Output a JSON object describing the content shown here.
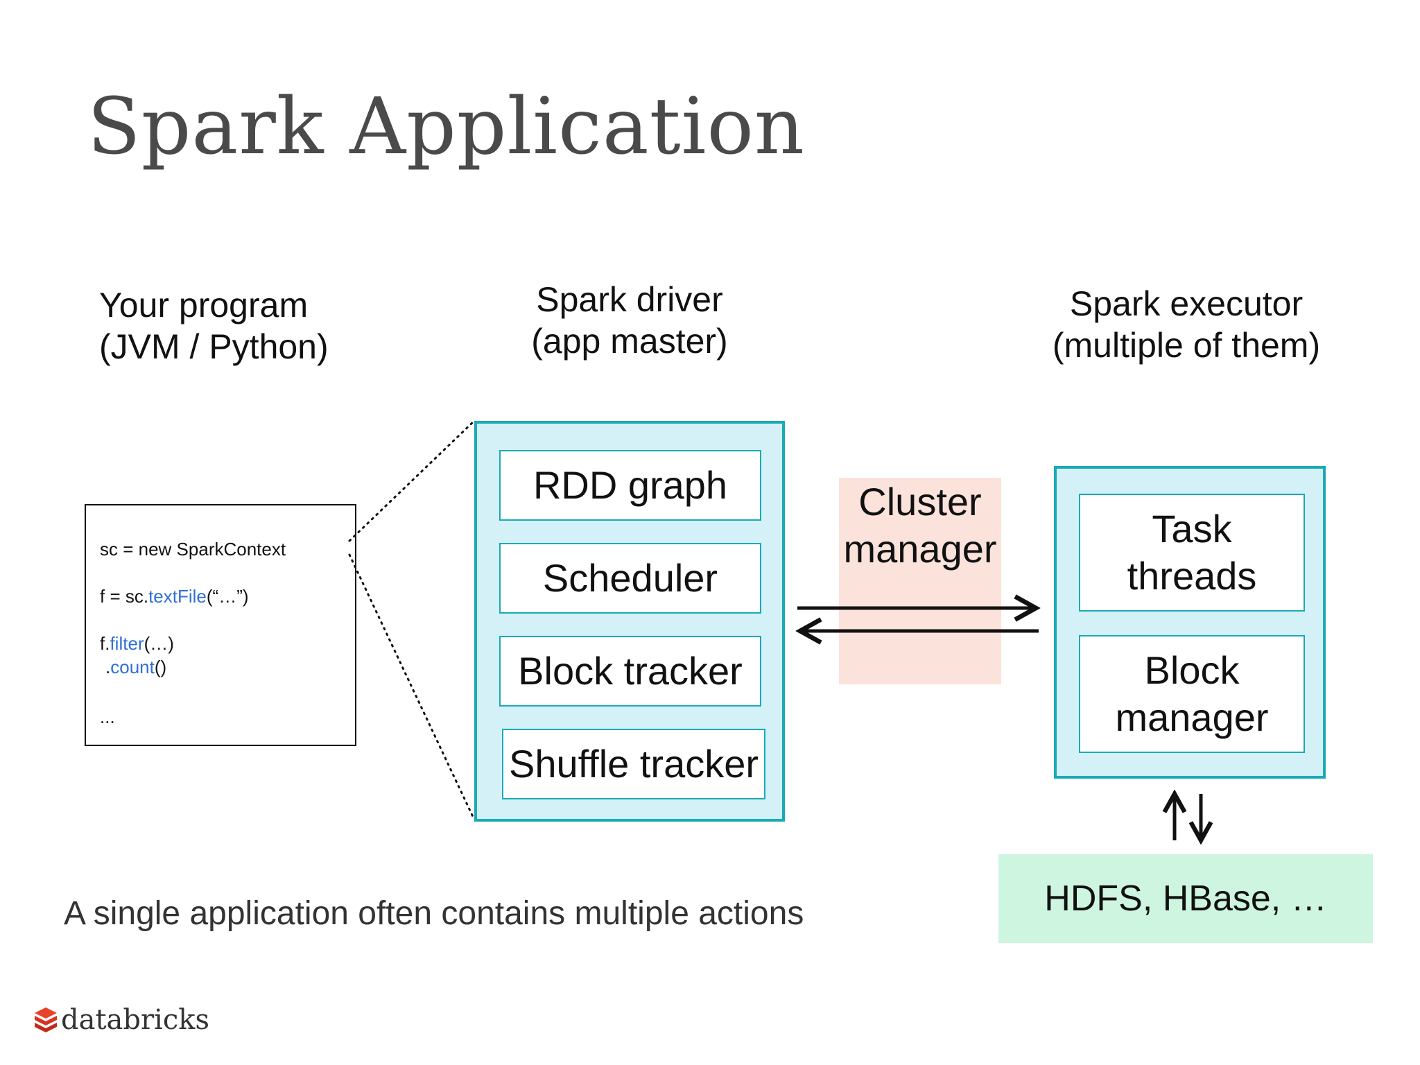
{
  "title": "Spark Application",
  "headers": {
    "program_line1": "Your program",
    "program_line2": "(JVM / Python)",
    "driver_line1": "Spark driver",
    "driver_line2": "(app master)",
    "executor_line1": "Spark executor",
    "executor_line2": "(multiple of them)"
  },
  "program_code": {
    "line1": "sc = new SparkContext",
    "line2_prefix": "f = sc.",
    "line2_method": "textFile",
    "line2_suffix": "(“…”)",
    "line3_prefix": "f.",
    "line3_method": "filter",
    "line3_suffix": "(…)",
    "line4_prefix": ".",
    "line4_method": "count",
    "line4_suffix": "()",
    "line5": "..."
  },
  "driver_components": [
    "RDD graph",
    "Scheduler",
    "Block tracker",
    "Shuffle tracker"
  ],
  "cluster_manager": {
    "line1": "Cluster",
    "line2": "manager"
  },
  "executor_components": {
    "task_line1": "Task",
    "task_line2": "threads",
    "block_line1": "Block",
    "block_line2": "manager"
  },
  "storage": "HDFS, HBase, …",
  "footnote": "A single application often contains multiple actions",
  "logo_text": "databricks",
  "colors": {
    "box_fill": "#d4f1f7",
    "box_border": "#1aaab6",
    "cluster_fill": "#fbe3dc",
    "storage_fill": "#cef5e0",
    "code_keyword": "#2f6fd6",
    "logo_red": "#e8412c"
  }
}
